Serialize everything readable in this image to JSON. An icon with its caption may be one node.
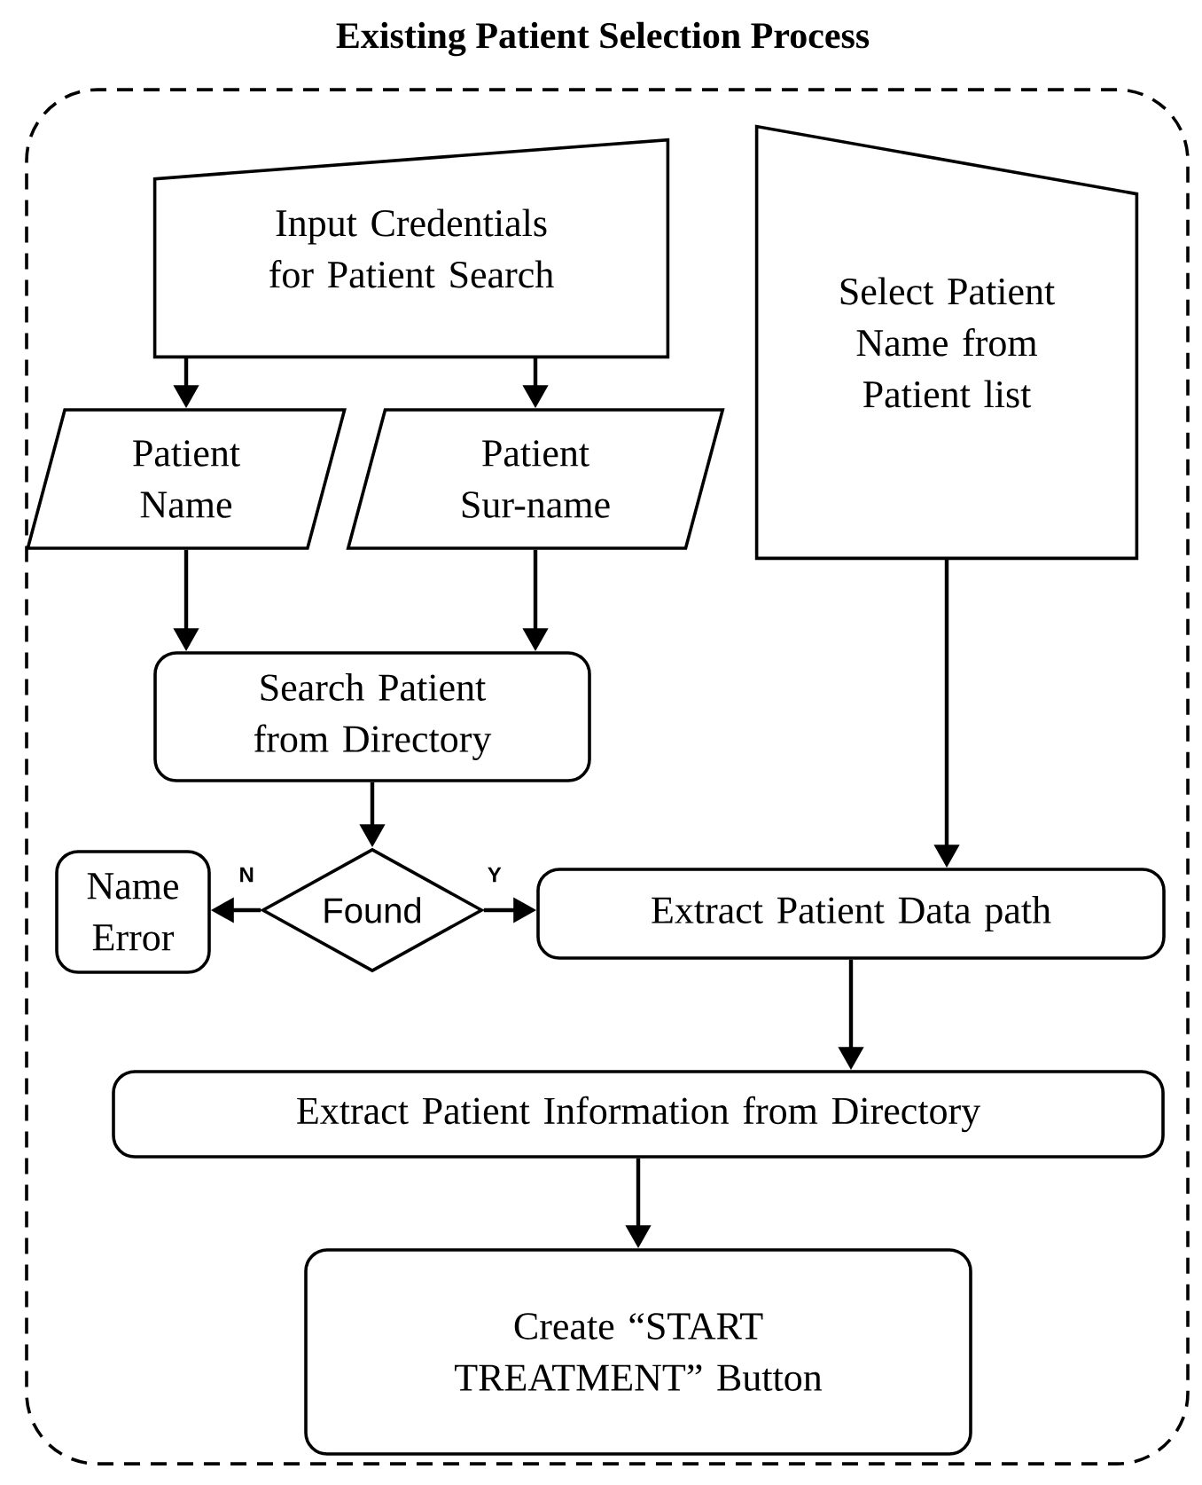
{
  "diagram": {
    "title": "Existing Patient Selection Process",
    "nodes": [
      {
        "text": [],
        "shape": "box"
      },
      {
        "text": [
          "Input Credentials for Patient Search"
        ],
        "in": 0
      },
      {
        "text": [
          "Select Patient Name from Patient list"
        ],
        "in": 0
      },
      {
        "text": [
          "Patient Name"
        ],
        "in": 0
      },
      {
        "text": [
          "Patient Sur-name"
        ],
        "in": 0
      },
      {
        "text": [
          "Search Patient from Directory"
        ],
        "in": 0
      },
      {
        "text": [
          "Found"
        ],
        "in": 0
      },
      {
        "text": [
          "Name Error"
        ],
        "in": 0
      },
      {
        "text": [
          "Extract Patient Data path"
        ],
        "in": 0
      },
      {
        "text": [
          "Extract Patient Information from Directory"
        ],
        "in": 0
      },
      {
        "text": [
          "Create “START TREATMENT” Button"
        ],
        "in": 0
      }
    ],
    "edges": [
      {
        "from": 1,
        "to": 3,
        "arrow": "to"
      },
      {
        "from": 1,
        "to": 4,
        "arrow": "to"
      },
      {
        "from": 3,
        "to": 5,
        "arrow": "to"
      },
      {
        "from": 4,
        "to": 5,
        "arrow": "to"
      },
      {
        "from": 5,
        "to": 6,
        "arrow": "to"
      },
      {
        "from": 6,
        "to": 7,
        "arrow": "to",
        "label": "N"
      },
      {
        "from": 6,
        "to": 8,
        "arrow": "to",
        "label": "Y"
      },
      {
        "from": 2,
        "to": 8,
        "arrow": "to"
      },
      {
        "from": 8,
        "to": 9,
        "arrow": "to"
      },
      {
        "from": 9,
        "to": 10,
        "arrow": "to"
      }
    ]
  }
}
